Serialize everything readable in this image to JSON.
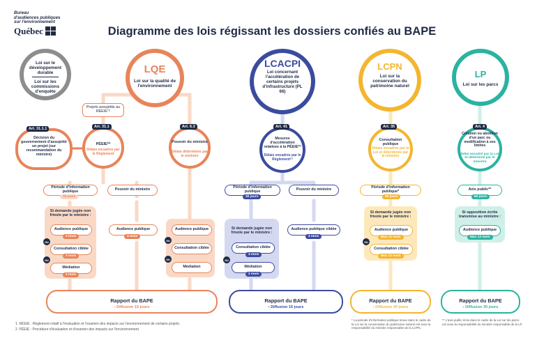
{
  "header": {
    "logo_lines": [
      "Bureau",
      "d'audiences publiques",
      "sur l'environnement"
    ],
    "logo_word": "Québec",
    "title": "Diagramme des lois régissant les dossiers confiés au BAPE"
  },
  "colors": {
    "navy": "#1f2a44",
    "orange": "#e8845a",
    "lightorange": "#f9d9c6",
    "blue": "#3b4b9e",
    "lightblue": "#d4d8f0",
    "gold": "#f4b52f",
    "lightgold": "#fde8bc",
    "teal": "#2bb3a0",
    "lightteal": "#d1efe9",
    "gray": "#8d8d8d"
  },
  "laws": {
    "ldd": {
      "line1": "Loi sur le développement durable",
      "line2": "Loi sur les commissions d'enquête"
    },
    "lqe": {
      "acronym": "LQE",
      "name": "Loi sur la qualité de l'environnement"
    },
    "lcacpi": {
      "acronym": "LCACPI",
      "name": "Loi concernant l'accélération de certains projets d'infrastructure (PL 66)"
    },
    "lcpn": {
      "acronym": "LCPN",
      "name": "Loi sur la conservation du patrimoine naturel"
    },
    "lp": {
      "acronym": "LP",
      "name": "Loi sur les parcs"
    }
  },
  "lqe_col": {
    "projets": "Projets assujettis au RÉEIE⁽¹⁾",
    "a3111_tag": "Art. 31.1.1",
    "a3111_text": "Décision du gouvernement d'assujettir un projet (sur recommandation du ministre)",
    "a311_tag": "Art. 31.1",
    "a311_title": "PÉEIE⁽²⁾",
    "a311_sub": "Délais encadrés par le Règlement",
    "a63_tag": "Art. 6.3",
    "a63_title": "Pouvoir du ministre",
    "a63_sub": "Délais déterminés par le ministre",
    "periode": "Période d'information publique",
    "periode_badge": "30 jours",
    "pouvoir": "Pouvoir du ministre",
    "si_demande": "Si demande jugée non frivole par le ministre :",
    "audience": "Audience publique",
    "audience_badge": "4 mois",
    "consultation": "Consultation ciblée",
    "consultation_badge": "3 mois",
    "mediation": "Médiation",
    "mediation_badge": "2 mois",
    "audience2": "Audience publique",
    "audience2_badge": "4 mois",
    "r_audience": "Audience publique",
    "r_consultation": "Consultation ciblée",
    "r_mediation": "Médiation",
    "ou": "ou"
  },
  "lcacpi_col": {
    "tag": "Art. 41",
    "title": "Mesures d'accélération relatives à la PÉEIE⁽²⁾",
    "sub": "Délais encadrés par le Règlement⁽¹⁾",
    "periode": "Période d'information publique",
    "periode_badge": "30 jours",
    "pouvoir": "Pouvoir du ministre",
    "si_demande": "Si demande jugée non frivole par le ministre :",
    "consultation": "Consultation ciblée",
    "consultation_badge": "3 mois",
    "mediation": "Médiation",
    "mediation_badge": "2 mois",
    "audience": "Audience publique ciblée",
    "audience_badge": "4 mois",
    "ou": "ou"
  },
  "lcpn_col": {
    "tag": "Art. 35",
    "title": "Consultation publique",
    "sub": "Délais encadrés par la Loi et déterminés par le ministre",
    "periode": "Période d'information publique*",
    "periode_badge": "30 jours",
    "si_demande": "Si demande jugée non frivole par le ministre :",
    "audience": "Audience publique",
    "audience_badge": "Max 12 mois",
    "consultation": "Consultation ciblée",
    "consultation_badge": "Max 12 mois",
    "ou": "ou"
  },
  "lp_col": {
    "tag": "Art. 4",
    "title": "Création ou abolition d'un parc ou modification à ses limites",
    "sub": "Délai encadré par la Loi et déterminé par le ministre",
    "avis": "Avis public**",
    "avis_badge": "60 jours",
    "si_opposition": "Si opposition écrite transmise au ministre :",
    "audience": "Audience publique",
    "audience_badge": "Max 12 mois"
  },
  "rapports": [
    {
      "title": "Rapport du BAPE",
      "delay": "› Diffusion 15 jours"
    },
    {
      "title": "Rapport du BAPE",
      "delay": "› Diffusion 15 jours"
    },
    {
      "title": "Rapport du BAPE",
      "delay": "› Diffusion 30 jours"
    },
    {
      "title": "Rapport du BAPE",
      "delay": "› Diffusion 30 jours"
    }
  ],
  "footnotes": {
    "f1": "1. RÉEIE : Règlement relatif à l'évaluation et l'examen des impacts sur l'environnement de certains projets.",
    "f2": "2. PÉEIE : Procédure d'évaluation et d'examen des impacts sur l'environnement.",
    "f3": "* La période d'information publique tenue dans le cadre de la Loi sur la conservation du patrimoine naturel est sous la responsabilité du ministre responsable de la LCPN.",
    "f4": "** L'avis public émis dans le cadre de la Loi sur les parcs est sous la responsabilité du ministre responsable de la LP."
  }
}
